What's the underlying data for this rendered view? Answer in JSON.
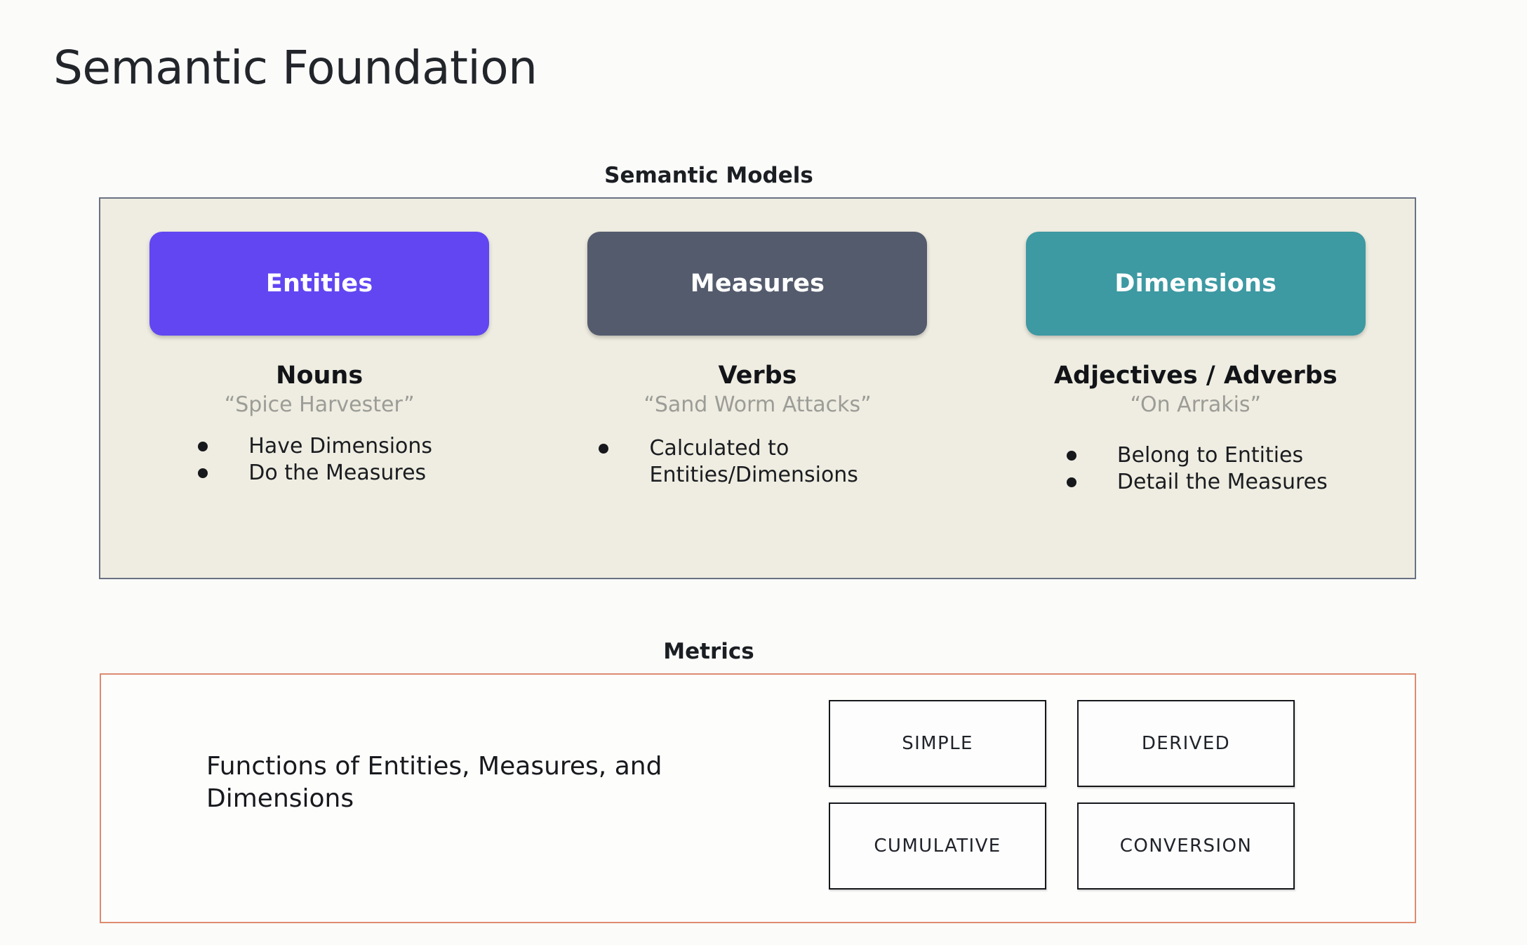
{
  "page": {
    "title": "Semantic Foundation",
    "background_color": "#fbfbfa"
  },
  "semantic_models": {
    "heading": "Semantic Models",
    "panel_background": "#efede1",
    "panel_border_color": "#6a7183",
    "columns": [
      {
        "chip_label": "Entities",
        "chip_color": "#6146f2",
        "part_of_speech": "Nouns",
        "example": "“Spice Harvester”",
        "bullets": [
          "Have Dimensions",
          "Do the Measures"
        ]
      },
      {
        "chip_label": "Measures",
        "chip_color": "#545b6d",
        "part_of_speech": "Verbs",
        "example": "“Sand Worm Attacks”",
        "bullets": [
          "Calculated to Entities/Dimensions"
        ]
      },
      {
        "chip_label": "Dimensions",
        "chip_color": "#3d99a2",
        "part_of_speech": "Adjectives / Adverbs",
        "example": "“On Arrakis”",
        "bullets": [
          "Belong to Entities",
          "Detail the Measures"
        ]
      }
    ]
  },
  "metrics": {
    "heading": "Metrics",
    "panel_border_color": "#dd8b70",
    "description": "Functions of Entities, Measures, and Dimensions",
    "types": [
      "SIMPLE",
      "DERIVED",
      "CUMULATIVE",
      "CONVERSION"
    ]
  }
}
